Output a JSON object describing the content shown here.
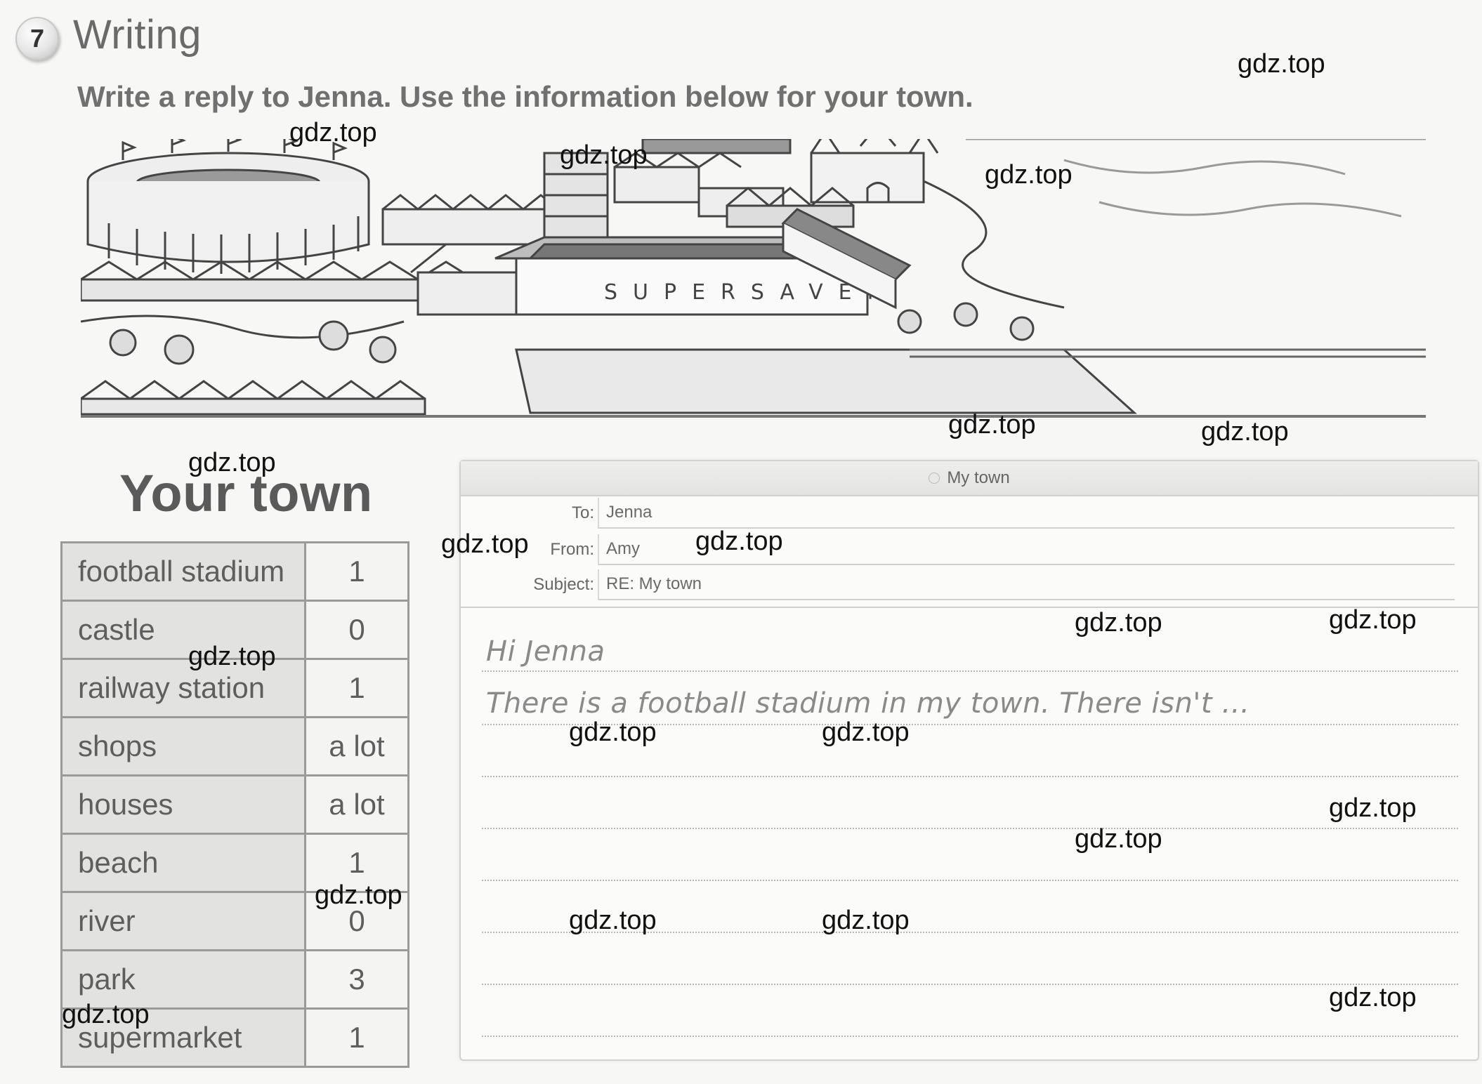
{
  "exercise": {
    "number": "7",
    "title": "Writing",
    "instruction": "Write a reply to Jenna. Use the information below for your town."
  },
  "illustration": {
    "store_sign": "SUPERSAVER"
  },
  "your_town": {
    "title": "Your town",
    "rows": [
      {
        "place": "football stadium",
        "count": "1"
      },
      {
        "place": "castle",
        "count": "0"
      },
      {
        "place": "railway station",
        "count": "1"
      },
      {
        "place": "shops",
        "count": "a lot"
      },
      {
        "place": "houses",
        "count": "a lot"
      },
      {
        "place": "beach",
        "count": "1"
      },
      {
        "place": "river",
        "count": "0"
      },
      {
        "place": "park",
        "count": "3"
      },
      {
        "place": "supermarket",
        "count": "1"
      }
    ]
  },
  "email": {
    "window_title": "My town",
    "to_label": "To:",
    "to_value": "Jenna",
    "from_label": "From:",
    "from_value": "Amy",
    "subject_label": "Subject:",
    "subject_value": "RE: My town",
    "greeting": "Hi Jenna",
    "example_line": "There is a football stadium in my town. There isn't …"
  },
  "watermark": "gdz.top"
}
